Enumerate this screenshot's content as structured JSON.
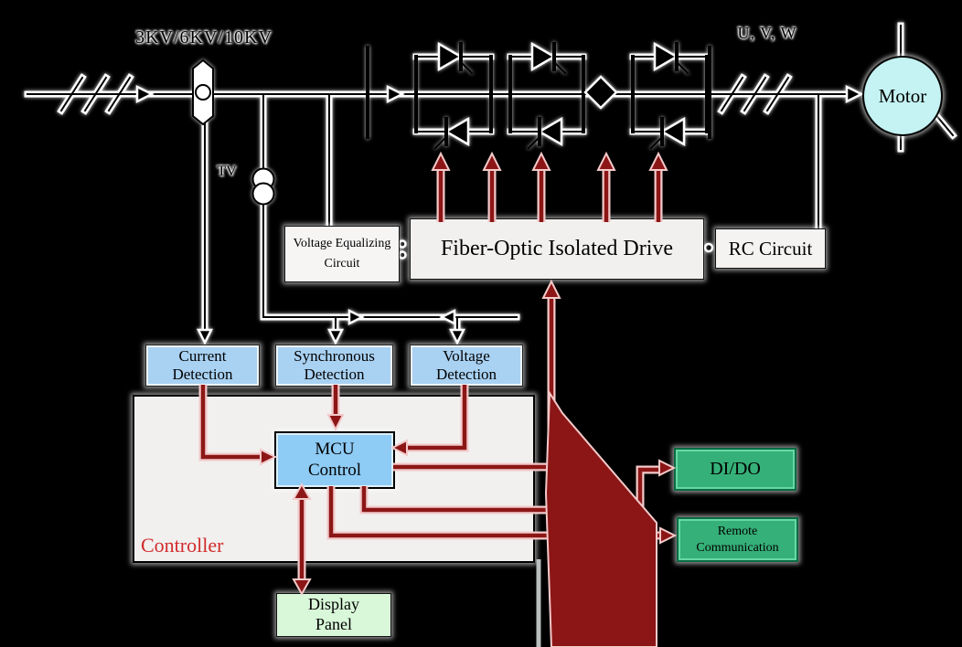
{
  "diagram": {
    "power_labels": {
      "incoming": "3KV/6KV/10KV",
      "outputs": "U, V, W",
      "pt": "TV"
    },
    "blocks": {
      "voltage_equalizing": {
        "line1": "Voltage Equalizing",
        "line2": "Circuit"
      },
      "fiber_optic_drive": {
        "label": "Fiber-Optic Isolated Drive"
      },
      "rc_circuit": {
        "label": "RC Circuit"
      },
      "current_detection": {
        "line1": "Current",
        "line2": "Detection"
      },
      "synchronous_detection": {
        "line1": "Synchronous",
        "line2": "Detection"
      },
      "voltage_detection": {
        "line1": "Voltage",
        "line2": "Detection"
      },
      "controller": {
        "label": "Controller"
      },
      "mcu_control": {
        "line1": "MCU",
        "line2": "Control"
      },
      "di_do": {
        "label": "DI/DO"
      },
      "remote_communication": {
        "line1": "Remote",
        "line2": "Communication"
      },
      "display_panel": {
        "line1": "Display",
        "line2": "Panel"
      },
      "motor": {
        "label": "Motor"
      }
    },
    "colors": {
      "background": "#000000",
      "detection_fill": "#a9d1f2",
      "mcu_fill": "#8ecbf5",
      "green_fill": "#35b078",
      "green_border": "#0c6b44",
      "display_fill": "#d9f7d9",
      "motor_fill": "#c5f2f2",
      "gray_box_fill": "#f1f0ef",
      "controller_label_red": "#d22a2a",
      "arrow_dark_red": "#8c1616",
      "line_black": "#000000"
    },
    "symbols": [
      "three-phase-slash-marks",
      "fuse-isolator-icon",
      "voltage-transformer-icon",
      "thyristor-pair-icon",
      "series-continuation-diamond",
      "gate-drive-arrow",
      "motor-circle"
    ]
  }
}
